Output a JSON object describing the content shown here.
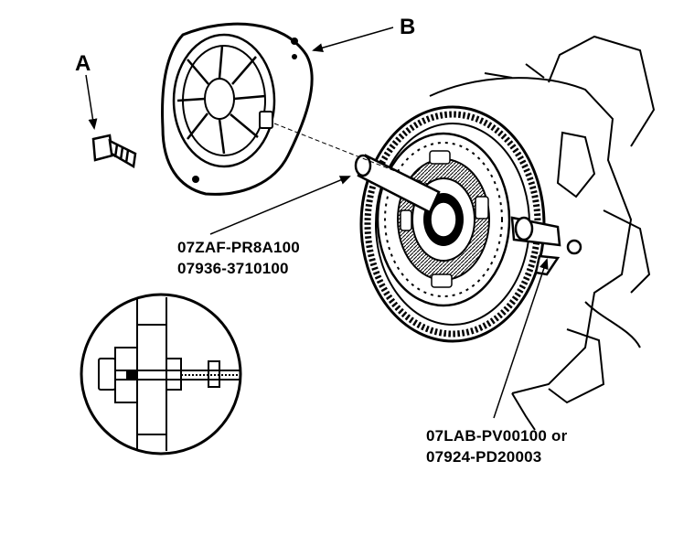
{
  "callouts": {
    "a": "A",
    "b": "B"
  },
  "tool_labels": {
    "alignment_tool_1": "07ZAF-PR8A100",
    "alignment_tool_2": "07936-3710100",
    "holder_1": "07LAB-PV00100 or",
    "holder_2": "07924-PD20003"
  },
  "colors": {
    "ink": "#000000",
    "paper": "#ffffff"
  }
}
